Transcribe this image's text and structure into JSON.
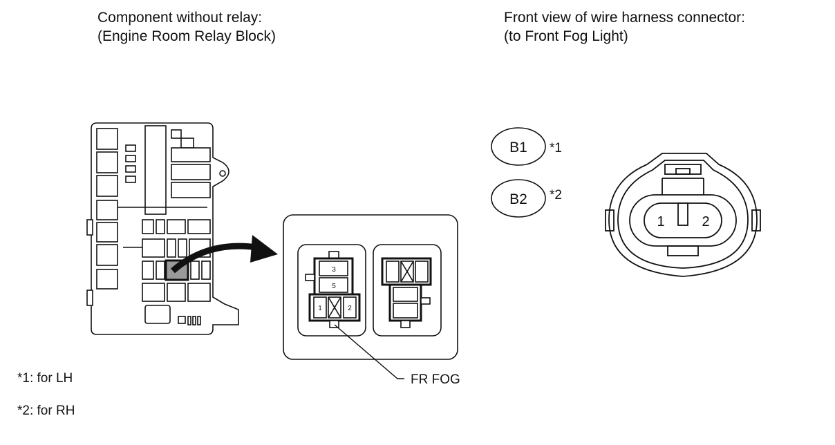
{
  "left_caption": {
    "line1": "Component without relay:",
    "line2": "(Engine Room Relay Block)"
  },
  "right_caption": {
    "line1": "Front view of wire harness connector:",
    "line2": "(to Front Fog Light)"
  },
  "connector_ids": [
    {
      "id": "B1",
      "note_ref": "*1"
    },
    {
      "id": "B2",
      "note_ref": "*2"
    }
  ],
  "harness_pins": [
    "1",
    "2"
  ],
  "relay_socket_pins": {
    "top": "3",
    "middle": "5",
    "left": "1",
    "right": "2"
  },
  "relay_label": "FR FOG",
  "notes": [
    "*1: for LH",
    "*2: for RH"
  ],
  "colors": {
    "line": "#111111",
    "fill_gray": "#9a9a9a",
    "bg": "#ffffff"
  }
}
